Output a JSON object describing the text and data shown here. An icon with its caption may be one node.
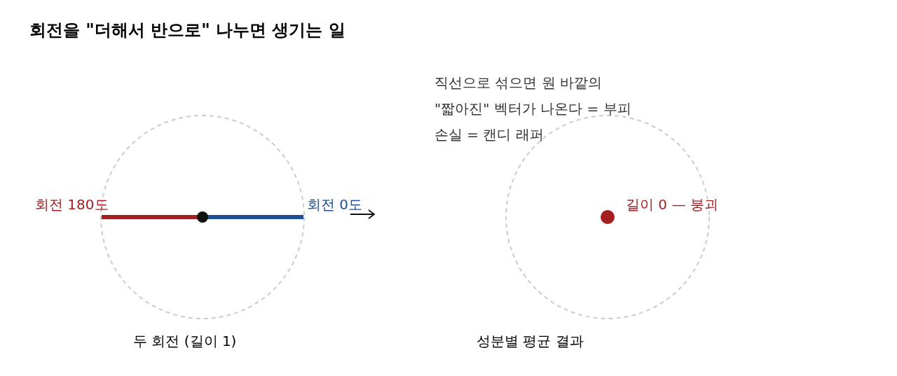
{
  "diagram": {
    "title": "회전을 \"더해서 반으로\" 나누면 생기는 일",
    "labels": [
      "직선으로 섞으면 원 바깥의 \"짧아진\" 벡터가 나온다 = 부피 손실 = 캔디 래퍼",
      "회전 180도",
      "회전 0도",
      "길이 0 — 붕괴",
      "두 회전 (길이 1)",
      "성분별 평균 결과"
    ]
  }
}
